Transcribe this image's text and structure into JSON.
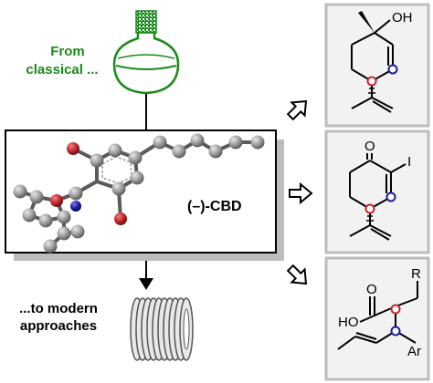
{
  "left": {
    "top_label_line1": "From",
    "top_label_line2": "classical ...",
    "center_label": "(–)-CBD",
    "bottom_label_line1": "...to modern",
    "bottom_label_line2": "approaches"
  },
  "right": {
    "s1": {
      "oh": "OH"
    },
    "s2": {
      "o": "O",
      "i": "I"
    },
    "s3": {
      "r": "R",
      "ho": "HO",
      "o": "O",
      "ar": "Ar"
    }
  },
  "colors": {
    "green_label": "#1a8a1a",
    "flask": "#1a8a1a",
    "oxygen_ball": "#c0272d",
    "nitrogen_ball": "#1a1aa0",
    "carbon_ball": "#9a9a9a",
    "panel_fill": "#f2f2f2",
    "shadow": "#bdbdbd"
  }
}
